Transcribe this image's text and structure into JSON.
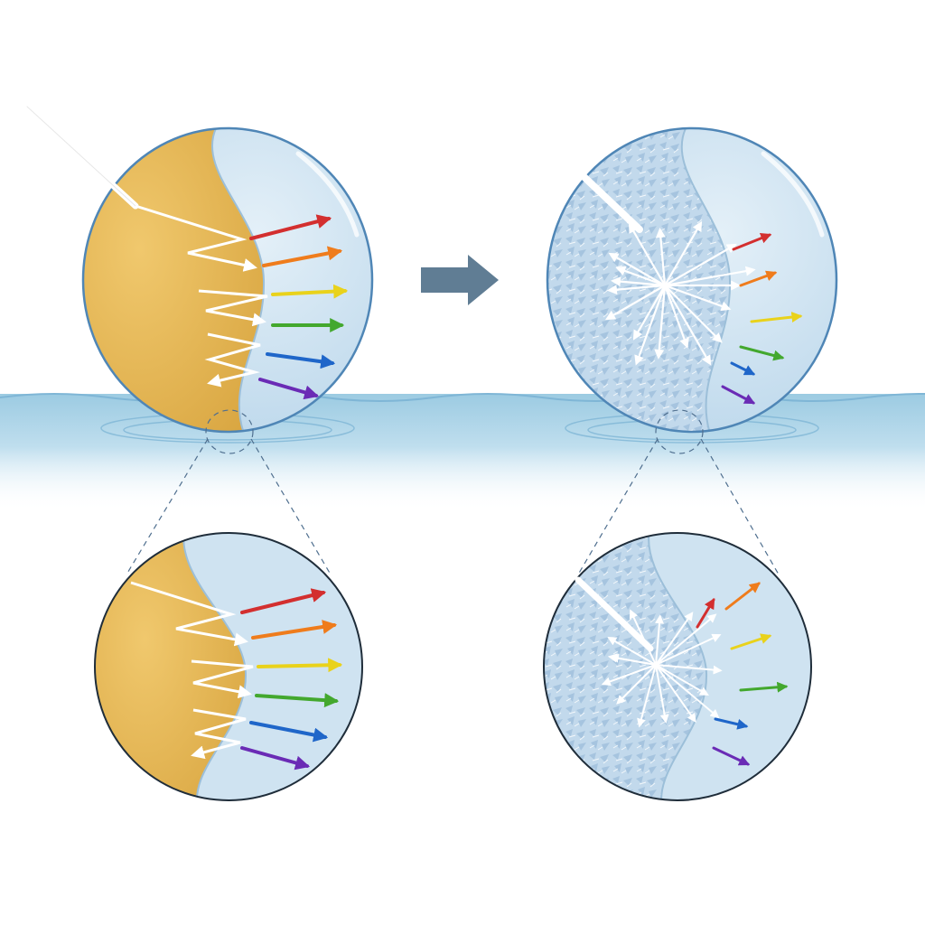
{
  "colors": {
    "background": "#ffffff",
    "water": "#8fc4de",
    "water_light": "#d9ecf6",
    "droplet_fill": "#cfe3f1",
    "droplet_outline": "#4f86b6",
    "oil": "#e9bb5c",
    "oil_dark": "#d9a641",
    "crystal": "#b9d4ea",
    "incident_ray": "#ffffff",
    "transition_arrow": "#607d94",
    "zoom_guide": "#4f6f8f",
    "spectrum": [
      "#d32f2f",
      "#ef7c1c",
      "#e9d21b",
      "#43a82e",
      "#1f66c9",
      "#6a2bb5"
    ]
  },
  "icons": {
    "transition": "right-arrow-icon",
    "zoom_guide": "dashed-zoom-circle"
  },
  "panels": [
    {
      "id": "left",
      "interface": "smooth",
      "emitted_rays": 6
    },
    {
      "id": "right",
      "interface": "crystalline-scattering",
      "emitted_rays": 6
    }
  ]
}
